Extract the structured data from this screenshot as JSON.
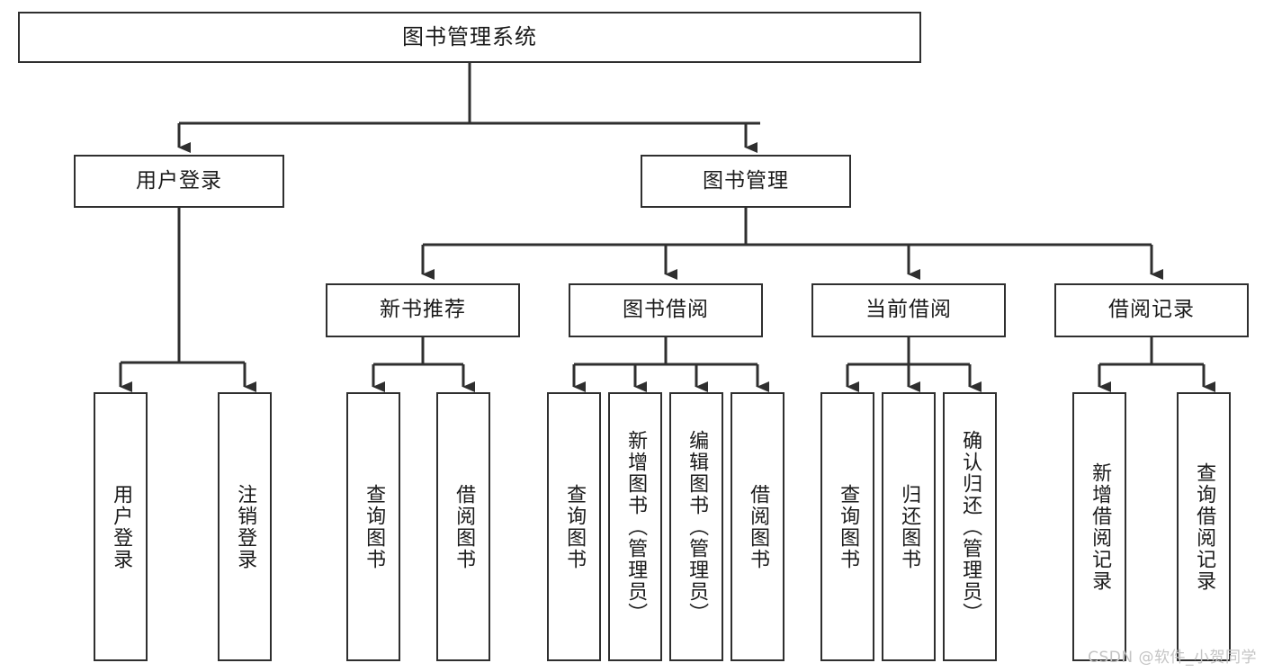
{
  "diagram": {
    "title": "图书管理系统",
    "type": "tree-hierarchy",
    "root": {
      "label": "图书管理系统"
    },
    "level1": [
      {
        "label": "用户登录"
      },
      {
        "label": "图书管理"
      }
    ],
    "level2": [
      {
        "label": "新书推荐"
      },
      {
        "label": "图书借阅"
      },
      {
        "label": "当前借阅"
      },
      {
        "label": "借阅记录"
      }
    ],
    "leaves": {
      "user_login": [
        {
          "label": "用户登录"
        },
        {
          "label": "注销登录"
        }
      ],
      "new_book_recommend": [
        {
          "label": "查询图书"
        },
        {
          "label": "借阅图书"
        }
      ],
      "book_borrow": [
        {
          "label": "查询图书"
        },
        {
          "label": "新增图书（管理员）"
        },
        {
          "label": "编辑图书（管理员）"
        },
        {
          "label": "借阅图书"
        }
      ],
      "current_borrow": [
        {
          "label": "查询图书"
        },
        {
          "label": "归还图书"
        },
        {
          "label": "确认归还（管理员）"
        }
      ],
      "borrow_record": [
        {
          "label": "新增借阅记录"
        },
        {
          "label": "查询借阅记录"
        }
      ]
    }
  },
  "watermark": {
    "text": "CSDN @软件_小贺同学",
    "color": "#c4c4c4"
  },
  "style": {
    "line_color": "#2f2f2f",
    "box_border": "#2f2f2f",
    "box_fill": "#ffffff",
    "text_color": "#1b1b1b"
  }
}
